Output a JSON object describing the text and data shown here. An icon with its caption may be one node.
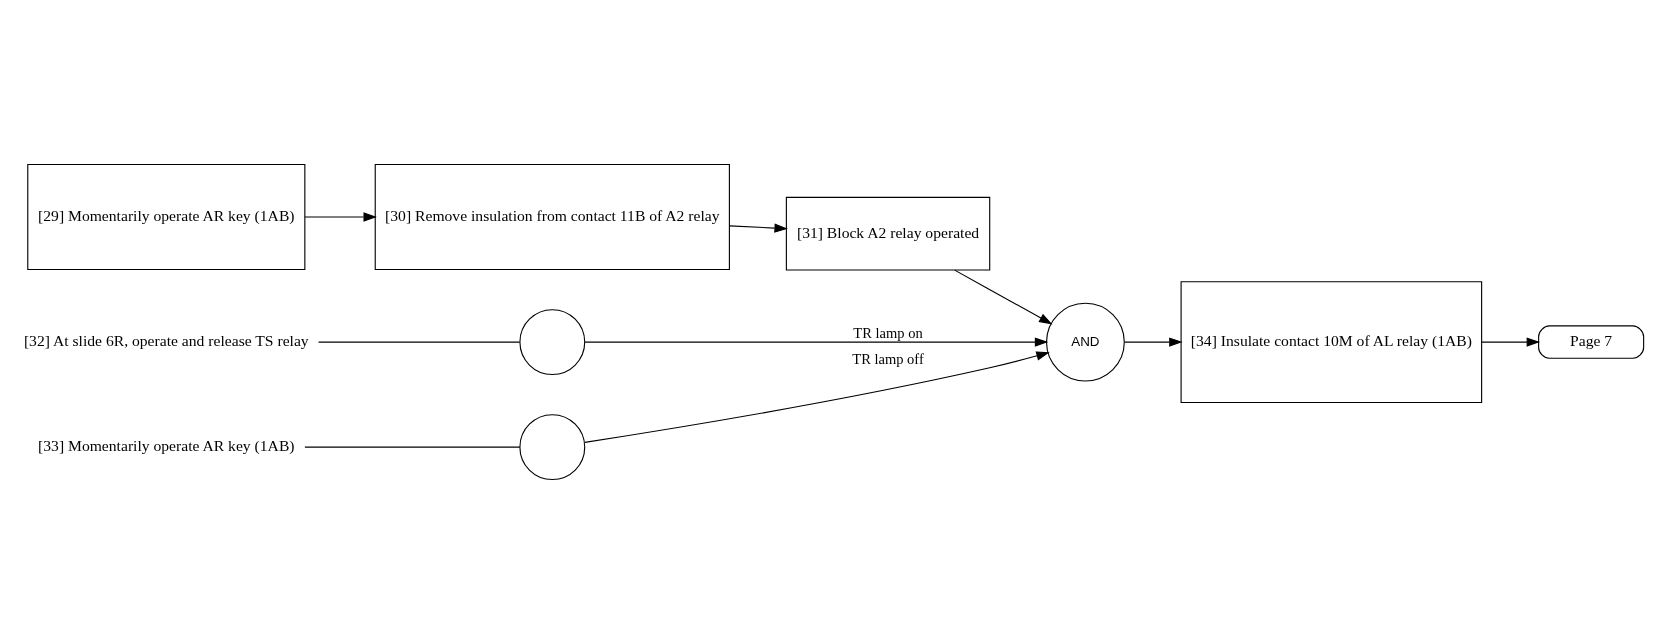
{
  "diagram": {
    "nodes": [
      {
        "text": [
          "[29] Momentarily operate AR key (1AB)"
        ]
      },
      {
        "text": [
          "[30] Remove insulation from contact 11B of A2 relay"
        ]
      },
      {
        "text": [
          "[31] Block A2 relay operated"
        ]
      },
      {
        "text": [
          "[32] At slide 6R, operate and release TS relay"
        ]
      },
      {
        "text": [],
        "shape": "circle"
      },
      {
        "text": [
          "[33] Momentarily operate AR key (1AB)"
        ]
      },
      {
        "text": [],
        "shape": "circle"
      },
      {
        "text": [
          "AND"
        ]
      },
      {
        "text": [
          "[34] Insulate contact 10M of AL relay (1AB)"
        ]
      },
      {
        "text": [
          "Page 7"
        ]
      }
    ],
    "edges": [
      {
        "from": 0,
        "to": 1,
        "arrow": "to"
      },
      {
        "from": 1,
        "to": 2,
        "arrow": "to"
      },
      {
        "from": 2,
        "to": 7,
        "arrow": "to"
      },
      {
        "from": 3,
        "to": 4,
        "arrow": "none"
      },
      {
        "from": 4,
        "to": 7,
        "arrow": "to",
        "label": "TR lamp on"
      },
      {
        "from": 5,
        "to": 6,
        "arrow": "none"
      },
      {
        "from": 6,
        "to": 7,
        "arrow": "to",
        "label": "TR lamp off"
      },
      {
        "from": 7,
        "to": 8,
        "arrow": "to"
      },
      {
        "from": 8,
        "to": 9,
        "arrow": "to"
      }
    ]
  }
}
